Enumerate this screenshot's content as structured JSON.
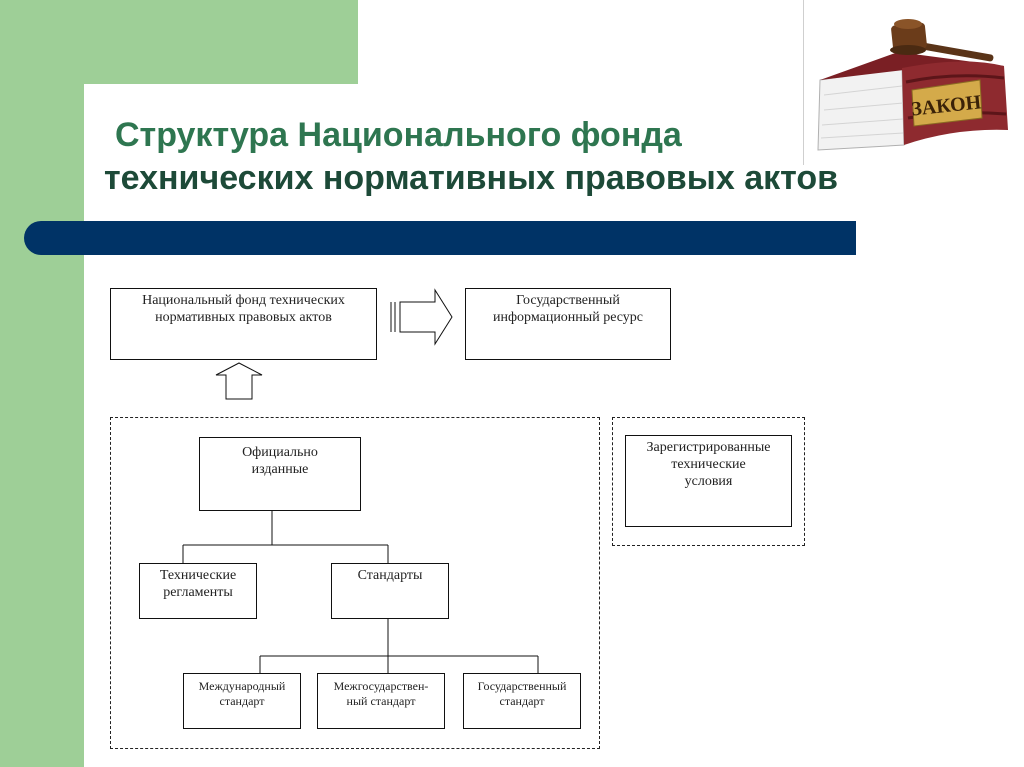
{
  "colors": {
    "green_accent": "#9ecf97",
    "title_green": "#2e7650",
    "title_dark": "#1d4a38",
    "band_navy": "#003366"
  },
  "header": {
    "title_line1": "Структура Национального фонда",
    "title_line2": "технических нормативных правовых актов"
  },
  "illustration": {
    "book_label": "ЗАКОН"
  },
  "diagram": {
    "national_fund": {
      "line1": "Национальный фонд технических",
      "line2": "нормативных правовых актов"
    },
    "state_resource": {
      "line1": "Государственный",
      "line2": "информационный ресурс"
    },
    "officially_published": {
      "line1": "Официально",
      "line2": "изданные"
    },
    "registered_conditions": {
      "line1": "Зарегистрированные",
      "line2": "технические",
      "line3": "условия"
    },
    "tech_regulations": {
      "line1": "Технические",
      "line2": "регламенты"
    },
    "standards": {
      "line1": "Стандарты"
    },
    "international_standard": {
      "line1": "Международный",
      "line2": "стандарт"
    },
    "interstate_standard": {
      "line1": "Межгосударствен-",
      "line2": "ный стандарт"
    },
    "state_standard": {
      "line1": "Государственный",
      "line2": "стандарт"
    }
  }
}
